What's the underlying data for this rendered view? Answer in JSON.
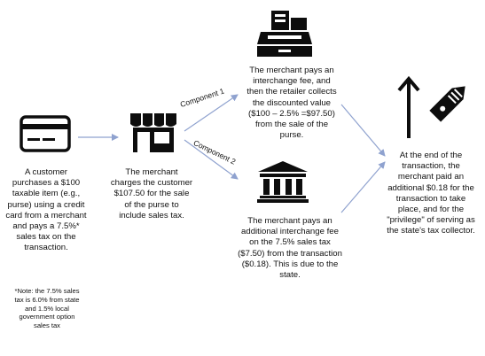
{
  "customer_text": "A customer purchases a $100 taxable item (e.g., purse) using a credit card from a merchant and pays a 7.5%* sales tax on the transaction.",
  "footnote": "*Note: the 7.5% sales tax is 6.0% from state and 1.5% local government option sales tax",
  "merchant_text": "The merchant charges the customer $107.50 for the sale of the purse to include sales tax.",
  "component1_label": "Component 1",
  "component2_label": "Component 2",
  "register_text": "The merchant pays an interchange fee, and then the retailer collects the discounted value ($100 – 2.5% =$97.50) from the sale of the purse.",
  "bank_text": "The merchant pays an additional interchange fee on the 7.5% sales tax ($7.50) from the transaction ($0.18). This is due to the state.",
  "final_text": "At the end of the transaction, the merchant paid an additional $0.18 for the transaction to take place, and for the \"privilege\" of serving as the state's tax collector.",
  "colors": {
    "icon": "#0d0d0d",
    "arrow": "#8fa2cf"
  },
  "icons": [
    "credit-card-icon",
    "storefront-icon",
    "cash-register-icon",
    "bank-icon",
    "up-arrow-icon",
    "price-tag-icon"
  ]
}
